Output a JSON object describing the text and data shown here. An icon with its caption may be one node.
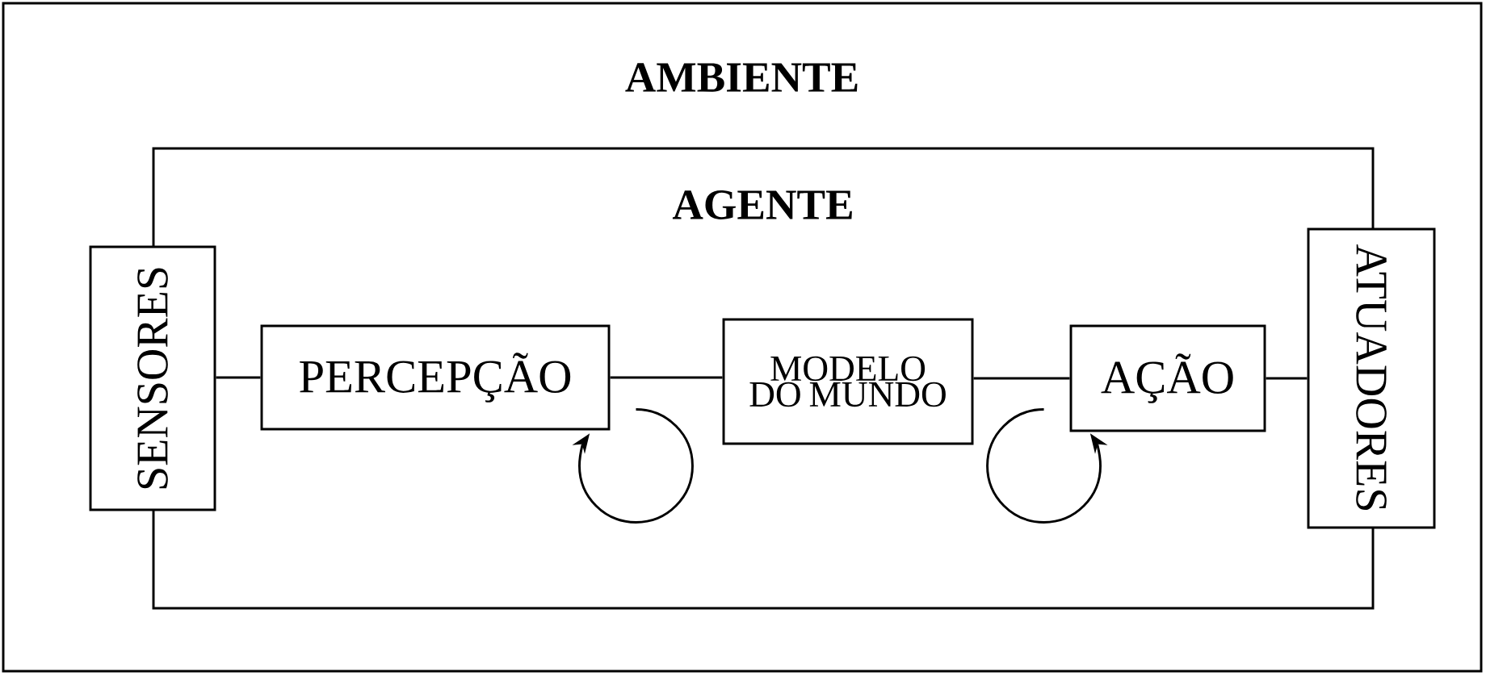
{
  "diagram": {
    "nodes": [
      {
        "text": [
          "AMBIENTE"
        ]
      },
      {
        "text": [
          "AGENTE"
        ],
        "in": 0
      },
      {
        "text": [
          "SENSORES"
        ],
        "in": 0
      },
      {
        "text": [
          "PERCEPÇÃO"
        ],
        "in": 1
      },
      {
        "text": [
          "MODELO DO MUNDO"
        ],
        "in": 1
      },
      {
        "text": [
          "AÇÃO"
        ],
        "in": 1
      },
      {
        "text": [
          "ATUADORES"
        ],
        "in": 0
      }
    ],
    "edges": [
      {
        "from": 2,
        "to": 3,
        "arrow": "none"
      },
      {
        "from": 3,
        "to": 4,
        "arrow": "none"
      },
      {
        "from": 4,
        "to": 5,
        "arrow": "none"
      },
      {
        "from": 5,
        "to": 6,
        "arrow": "none"
      },
      {
        "from": 3,
        "to": 3,
        "arrow": "to"
      },
      {
        "from": 5,
        "to": 5,
        "arrow": "to"
      }
    ]
  }
}
